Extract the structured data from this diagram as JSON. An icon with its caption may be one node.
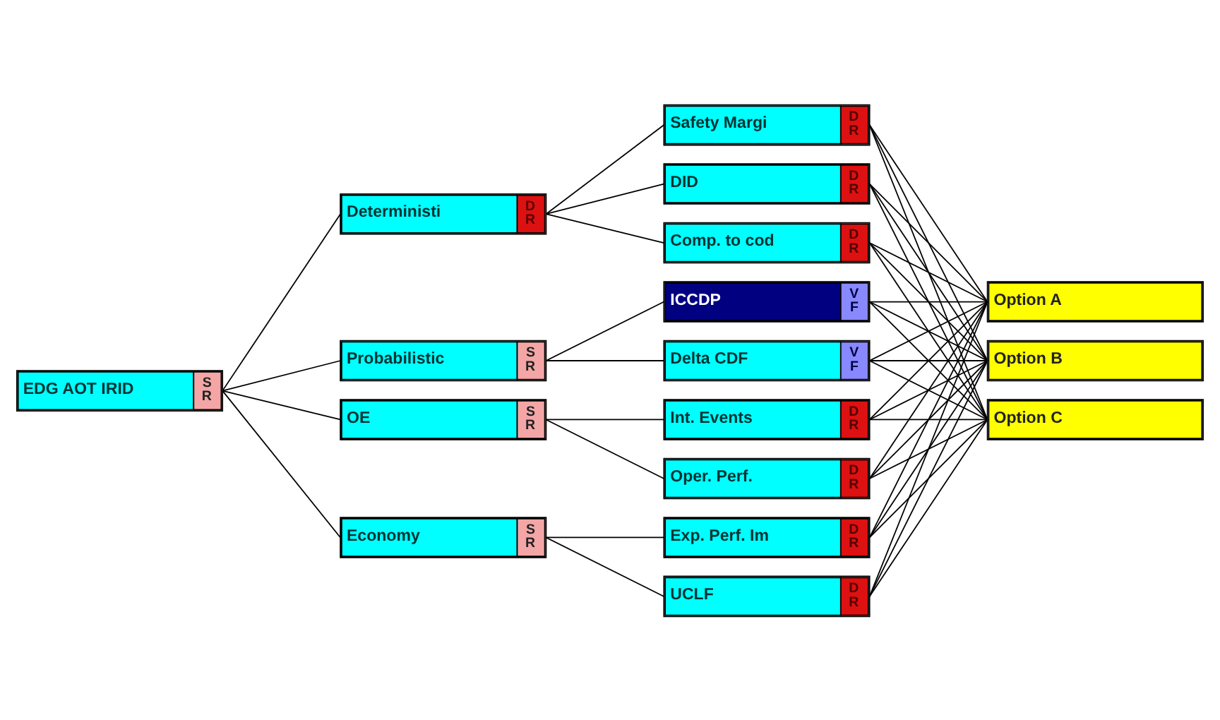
{
  "diagram": {
    "nodes": [
      {
        "text": [
          "EDG AOT IRID",
          "S R"
        ]
      },
      {
        "text": [
          "Deterministi",
          "D R"
        ]
      },
      {
        "text": [
          "Probabilistic",
          "S R"
        ]
      },
      {
        "text": [
          "OE",
          "S R"
        ]
      },
      {
        "text": [
          "Economy",
          "S R"
        ]
      },
      {
        "text": [
          "Safety Margi",
          "D R"
        ]
      },
      {
        "text": [
          "DID",
          "D R"
        ]
      },
      {
        "text": [
          "Comp. to cod",
          "D R"
        ]
      },
      {
        "text": [
          "Delta CDF",
          "V F"
        ]
      },
      {
        "text": [
          "ICCDP",
          "V F"
        ]
      },
      {
        "text": [
          "Oper. Perf.",
          "D R"
        ]
      },
      {
        "text": [
          "Int. Events",
          "D R"
        ]
      },
      {
        "text": [
          "UCLF",
          "D R"
        ]
      },
      {
        "text": [
          "Exp. Perf. Im",
          "D R"
        ]
      },
      {
        "text": [
          "Option A"
        ]
      },
      {
        "text": [
          "Option B"
        ]
      },
      {
        "text": [
          "Option C"
        ]
      }
    ],
    "edges": [
      {
        "from": 0,
        "to": 1,
        "arrow": "none"
      },
      {
        "from": 0,
        "to": 2,
        "arrow": "none"
      },
      {
        "from": 0,
        "to": 3,
        "arrow": "none"
      },
      {
        "from": 0,
        "to": 4,
        "arrow": "none"
      },
      {
        "from": 1,
        "to": 5,
        "arrow": "none"
      },
      {
        "from": 1,
        "to": 6,
        "arrow": "none"
      },
      {
        "from": 1,
        "to": 7,
        "arrow": "none"
      },
      {
        "from": 2,
        "to": 8,
        "arrow": "none"
      },
      {
        "from": 2,
        "to": 9,
        "arrow": "none"
      },
      {
        "from": 3,
        "to": 10,
        "arrow": "none"
      },
      {
        "from": 3,
        "to": 11,
        "arrow": "none"
      },
      {
        "from": 4,
        "to": 12,
        "arrow": "none"
      },
      {
        "from": 4,
        "to": 13,
        "arrow": "none"
      },
      {
        "from": 5,
        "to": 14,
        "arrow": "none"
      },
      {
        "from": 5,
        "to": 15,
        "arrow": "none"
      },
      {
        "from": 5,
        "to": 16,
        "arrow": "none"
      },
      {
        "from": 6,
        "to": 14,
        "arrow": "none"
      },
      {
        "from": 6,
        "to": 15,
        "arrow": "none"
      },
      {
        "from": 6,
        "to": 16,
        "arrow": "none"
      },
      {
        "from": 7,
        "to": 14,
        "arrow": "none"
      },
      {
        "from": 7,
        "to": 15,
        "arrow": "none"
      },
      {
        "from": 7,
        "to": 16,
        "arrow": "none"
      },
      {
        "from": 8,
        "to": 14,
        "arrow": "none"
      },
      {
        "from": 8,
        "to": 15,
        "arrow": "none"
      },
      {
        "from": 8,
        "to": 16,
        "arrow": "none"
      },
      {
        "from": 9,
        "to": 14,
        "arrow": "none"
      },
      {
        "from": 9,
        "to": 15,
        "arrow": "none"
      },
      {
        "from": 9,
        "to": 16,
        "arrow": "none"
      },
      {
        "from": 10,
        "to": 14,
        "arrow": "none"
      },
      {
        "from": 10,
        "to": 15,
        "arrow": "none"
      },
      {
        "from": 10,
        "to": 16,
        "arrow": "none"
      },
      {
        "from": 11,
        "to": 14,
        "arrow": "none"
      },
      {
        "from": 11,
        "to": 15,
        "arrow": "none"
      },
      {
        "from": 11,
        "to": 16,
        "arrow": "none"
      },
      {
        "from": 12,
        "to": 14,
        "arrow": "none"
      },
      {
        "from": 12,
        "to": 15,
        "arrow": "none"
      },
      {
        "from": 12,
        "to": 16,
        "arrow": "none"
      },
      {
        "from": 13,
        "to": 14,
        "arrow": "none"
      },
      {
        "from": 13,
        "to": 15,
        "arrow": "none"
      },
      {
        "from": 13,
        "to": 16,
        "arrow": "none"
      }
    ]
  }
}
